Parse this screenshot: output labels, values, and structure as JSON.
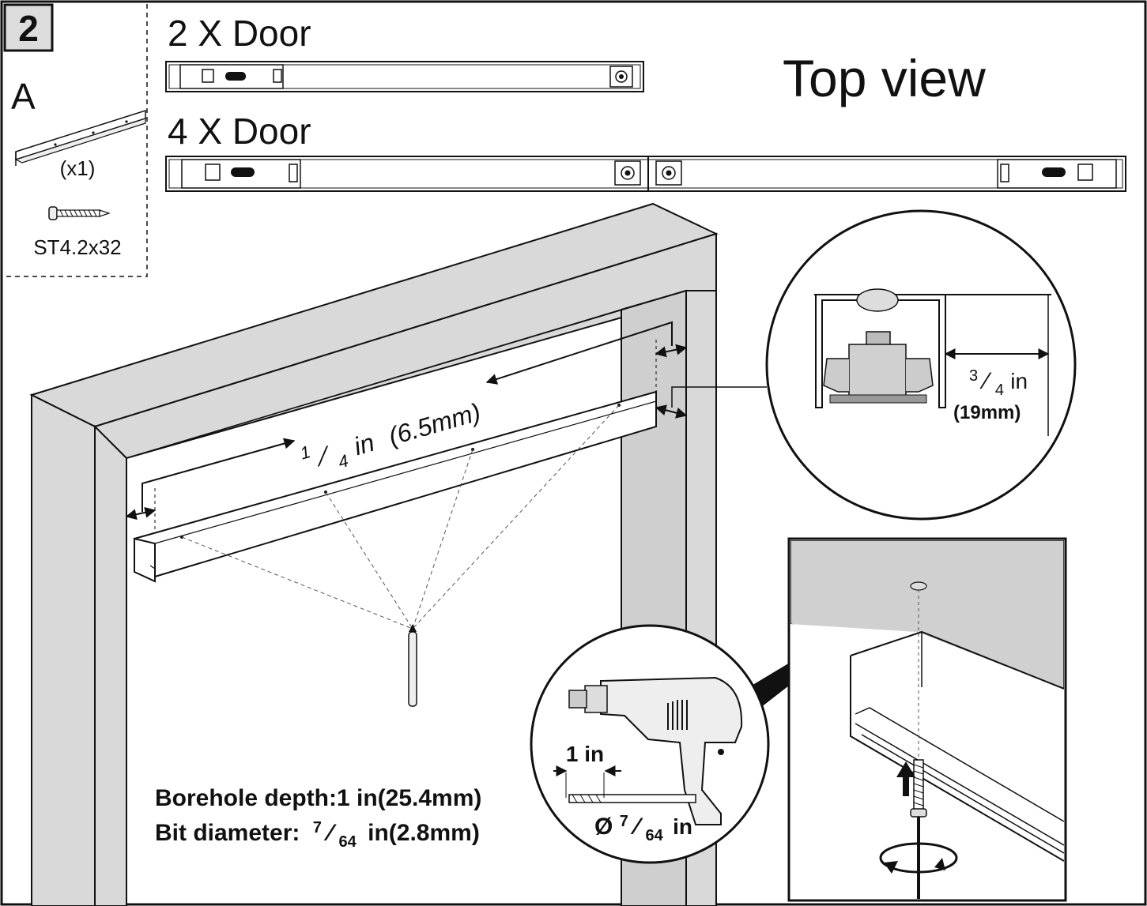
{
  "step": {
    "number": "2"
  },
  "parts": {
    "letter": "A",
    "quantity": "(x1)",
    "screw_label": "ST4.2x32"
  },
  "top_view": {
    "title": "Top view",
    "two_door_label": "2 X Door",
    "four_door_label": "4 X Door"
  },
  "frame": {
    "gap_fraction": "1",
    "gap_denominator": "4",
    "gap_unit": "in",
    "gap_mm": "(6.5mm)"
  },
  "detail": {
    "offset_numerator": "3",
    "offset_denominator": "4",
    "offset_unit": "in",
    "offset_mm": "(19mm)"
  },
  "drill": {
    "depth_marker": "1 in",
    "diameter_symbol": "Ø",
    "diameter_numerator": "7",
    "diameter_denominator": "64",
    "diameter_unit": "in"
  },
  "notes": {
    "borehole": "Borehole depth:1 in(25.4mm)",
    "bit_prefix": "Bit diameter:",
    "bit_numerator": "7",
    "bit_denominator": "64",
    "bit_suffix": "in(2.8mm)"
  },
  "colors": {
    "ink": "#111111",
    "gray": "#d9d9d9",
    "dark_gray": "#bdbdbd"
  }
}
